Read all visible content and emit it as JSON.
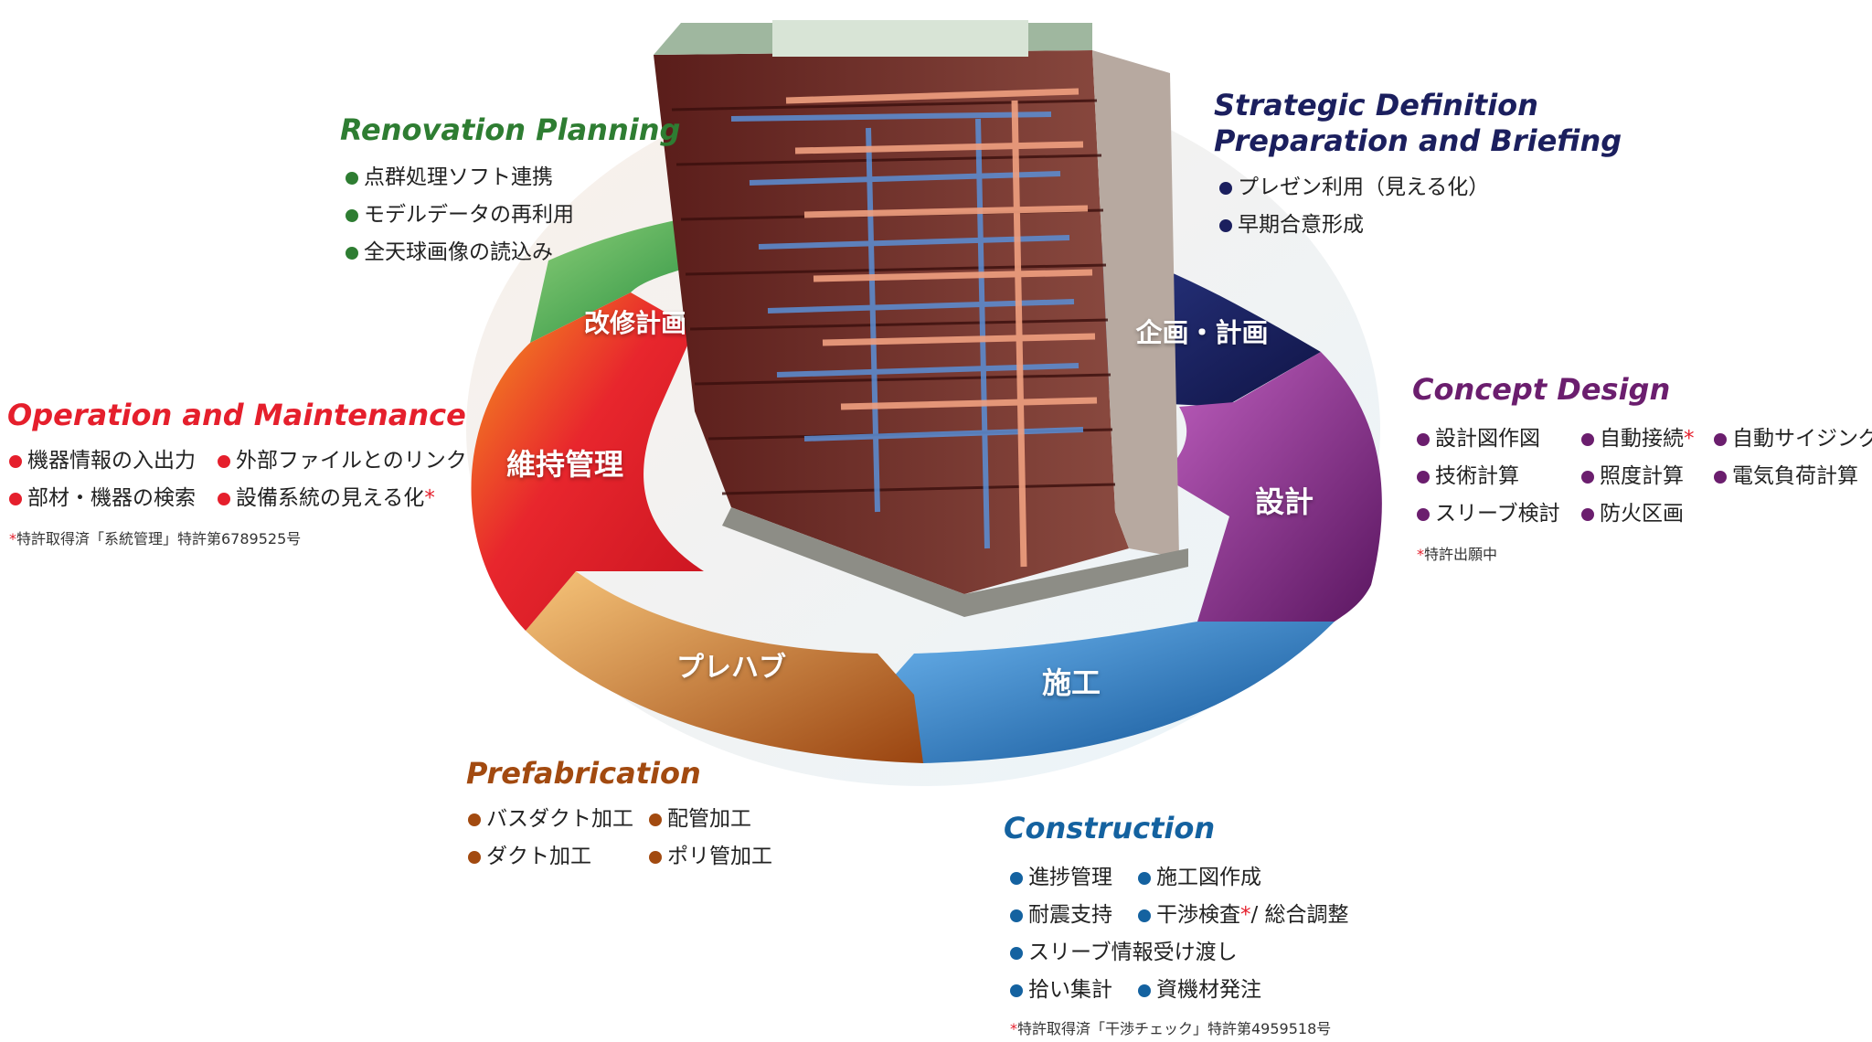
{
  "colors": {
    "renovation": "#2e7d32",
    "strategic": "#1b1f5e",
    "concept": "#6b1e6e",
    "operation": "#e51f2c",
    "prefab": "#a24a10",
    "construction": "#1462a0",
    "patent_mark": "#e51f2c"
  },
  "ring": {
    "segments": [
      {
        "label": "改修計画",
        "color": "#4aa546"
      },
      {
        "label": "企画・計画",
        "color": "#1b1f5e"
      },
      {
        "label": "設計",
        "color": "#7b2a80"
      },
      {
        "label": "施工",
        "color": "#1e6fb5"
      },
      {
        "label": "プレハブ",
        "color": "#c86a1e"
      },
      {
        "label": "維持管理",
        "color": "#e5262d"
      }
    ]
  },
  "renovation": {
    "title": "Renovation Planning",
    "items": [
      "点群処理ソフト連携",
      "モデルデータの再利用",
      "全天球画像の読込み"
    ]
  },
  "strategic": {
    "title_line1": "Strategic Definition",
    "title_line2": "Preparation and Briefing",
    "items": [
      "プレゼン利用（見える化）",
      "早期合意形成"
    ]
  },
  "concept": {
    "title": "Concept Design",
    "items": [
      "設計図作図",
      "自動接続",
      "自動サイジング",
      "技術計算",
      "照度計算",
      "電気負荷計算",
      "スリーブ検討",
      "防火区画"
    ],
    "star": "*",
    "note_mark": "*",
    "note": "特許出願中"
  },
  "operation": {
    "title": "Operation and Maintenance",
    "items": [
      "機器情報の入出力",
      "外部ファイルとのリンク",
      "部材・機器の検索",
      "設備系統の見える化"
    ],
    "star": "*",
    "note_mark": "*",
    "note": "特許取得済「系統管理」特許第6789525号"
  },
  "prefab": {
    "title": "Prefabrication",
    "items": [
      "バスダクト加工",
      "配管加工",
      "ダクト加工",
      "ポリ管加工"
    ]
  },
  "construction": {
    "title": "Construction",
    "items": [
      "進捗管理",
      "施工図作成",
      "耐震支持",
      "干渉検査",
      "/ 総合調整",
      "スリーブ情報受け渡し",
      "拾い集計",
      "資機材発注"
    ],
    "star": "*",
    "note_mark": "*",
    "note": "特許取得済「干渉チェック」特許第4959518号"
  }
}
